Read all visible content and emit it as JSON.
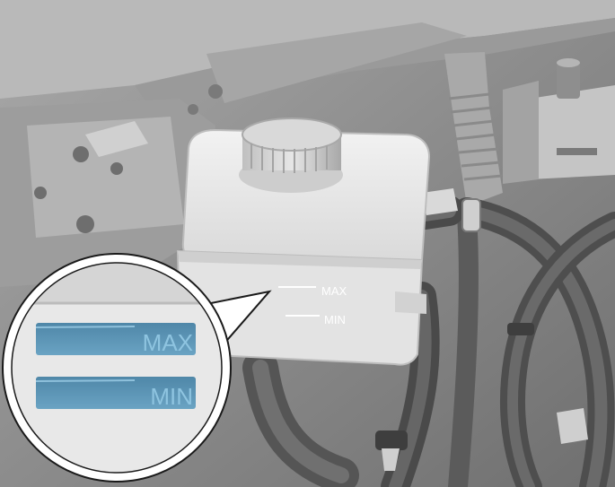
{
  "reservoir": {
    "max_label": "MAX",
    "min_label": "MIN"
  },
  "magnifier": {
    "max_label": "MAX",
    "min_label": "MIN"
  },
  "colors": {
    "marking_blue": "#5b93b4",
    "reservoir_white": "#ececec",
    "engine_grey": "#8a8a8a",
    "hose_dark": "#555555"
  }
}
